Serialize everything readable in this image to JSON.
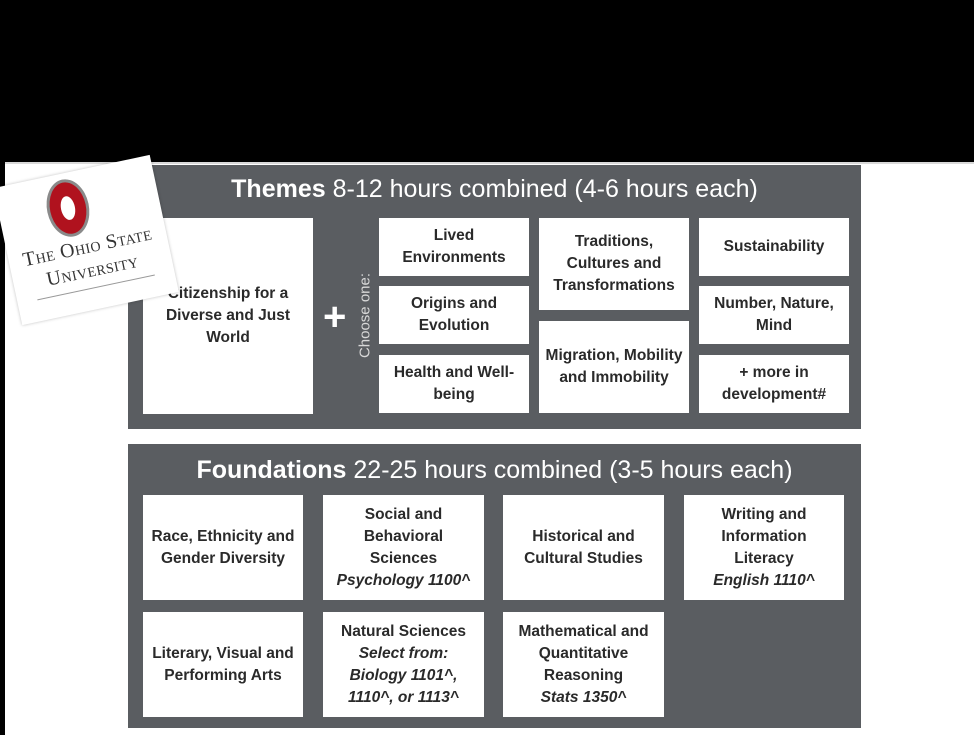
{
  "logo": {
    "line1": "The Ohio State",
    "line2": "University",
    "colors": {
      "scarlet": "#b0121e",
      "gray": "#8a8a8a"
    }
  },
  "themes": {
    "title_bold": "Themes",
    "title_rest": "8-12 hours combined (4-6 hours each)",
    "required": "Citizenship for a Diverse and Just World",
    "plus": "+",
    "choose_label": "Choose one:",
    "options": [
      "Lived Environments",
      "Origins and Evolution",
      "Health and Well-being",
      "Traditions, Cultures and Transformations",
      "Migration, Mobility and Immobility",
      "Sustainability",
      "Number, Nature, Mind",
      "+ more in development#"
    ]
  },
  "foundations": {
    "title_bold": "Foundations",
    "title_rest": "22-25 hours combined (3-5 hours each)",
    "boxes": [
      {
        "title": "Race, Ethnicity and Gender Diversity",
        "note": ""
      },
      {
        "title": "Social and Behavioral Sciences",
        "note": "Psychology 1100^"
      },
      {
        "title": "Historical and Cultural Studies",
        "note": ""
      },
      {
        "title": "Writing and Information Literacy",
        "note": "English 1110^"
      },
      {
        "title": "Literary, Visual and Performing Arts",
        "note": ""
      },
      {
        "title": "Natural Sciences",
        "note": "Select from: Biology 1101^, 1110^, or 1113^"
      },
      {
        "title": "Mathematical and Quantitative Reasoning",
        "note": "Stats 1350^"
      }
    ]
  },
  "colors": {
    "panel": "#5a5d61",
    "box": "#ffffff",
    "text": "#2a2a2a"
  }
}
